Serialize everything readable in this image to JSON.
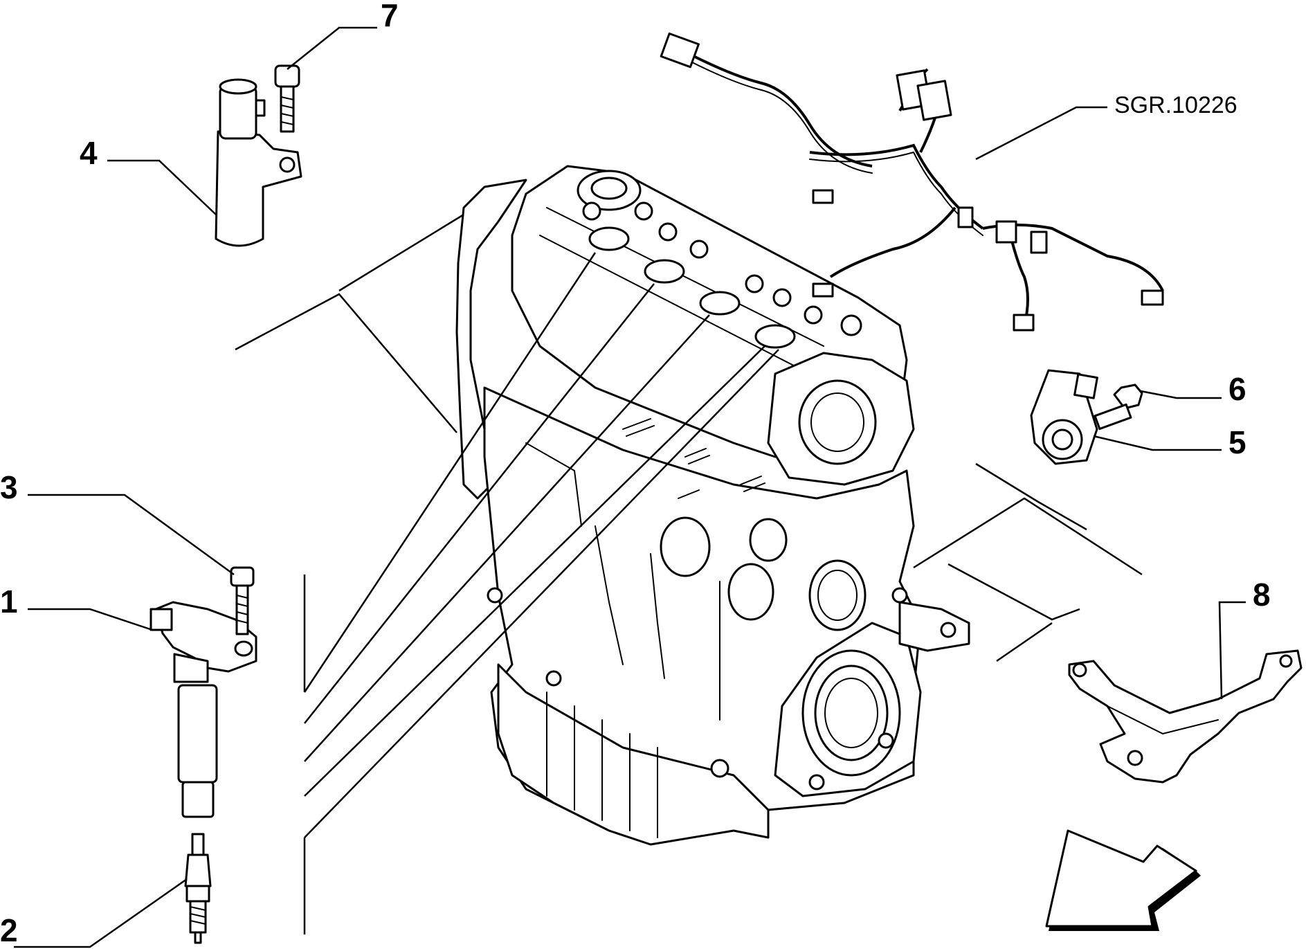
{
  "callouts": {
    "c1": "1",
    "c2": "2",
    "c3": "3",
    "c4": "4",
    "c5": "5",
    "c6": "6",
    "c7": "7",
    "c8": "8"
  },
  "reference": "SGR.10226",
  "colors": {
    "ink": "#000000",
    "paper": "#ffffff"
  }
}
